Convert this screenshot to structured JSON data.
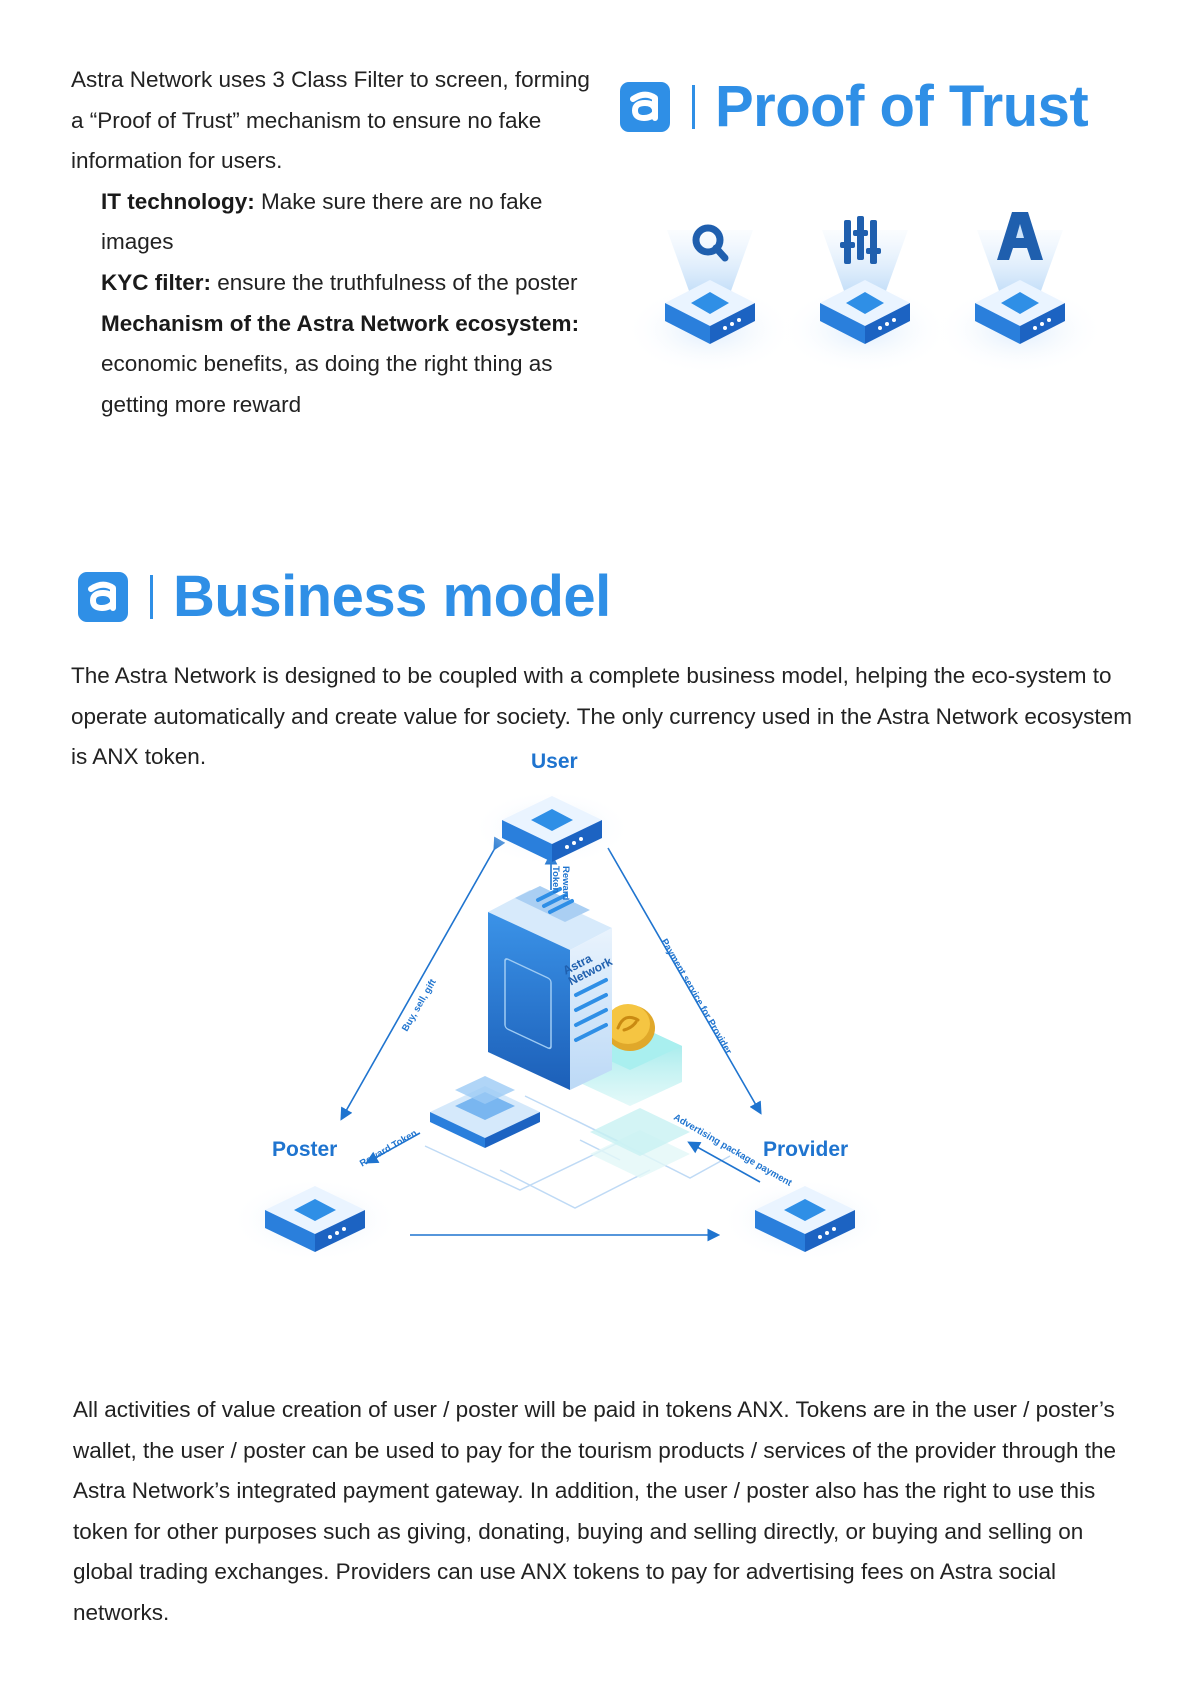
{
  "intro": {
    "lead": "Astra Network uses 3 Class Filter to screen, forming a “Proof of Trust” mechanism to ensure no fake information for users.",
    "filters": [
      {
        "title": "IT technology:",
        "text": " Make sure there are no fake images"
      },
      {
        "title": "KYC filter:",
        "text": " ensure the truthfulness of the poster"
      },
      {
        "title": "Mechanism of the Astra Network ecosystem:",
        "text": " economic benefits, as doing the right thing as getting more reward"
      }
    ]
  },
  "proof_of_trust": {
    "title": "Proof of Trust",
    "icons": [
      "magnifier-icon",
      "equalizer-sliders-icon",
      "letter-a-icon"
    ]
  },
  "business_model": {
    "title": "Business model",
    "description": "The Astra Network is designed to be coupled with a complete business model, helping the eco-system to operate automatically and create value for society. The only currency used in the Astra Network ecosystem is ANX token."
  },
  "diagram": {
    "nodes": {
      "user": "User",
      "poster": "Poster",
      "provider": "Provider"
    },
    "center_label": "Astra Network",
    "flows": {
      "reward_token_user": "Reward Token",
      "buy_sell_gift": "Buy, sell, gift",
      "payment_service": "Payment service for Provider",
      "reward_token_poster": "Reward Token",
      "advertising_payment": "Advertising package payment"
    }
  },
  "closing": "All activities of value creation of user / poster will be paid in tokens ANX. Tokens are in the user / poster’s wallet, the user / poster can be used to pay for the tourism products / services of the provider through the Astra Network’s integrated payment gateway. In addition, the user / poster also has the right to use this token for other purposes such as giving, donating, buying and selling directly, or buying and selling on global trading exchanges. Providers can use ANX tokens to pay for advertising fees on Astra social networks.",
  "colors": {
    "brand_blue": "#2f8fe6",
    "diagram_blue": "#1f74cf",
    "text": "#222222"
  }
}
